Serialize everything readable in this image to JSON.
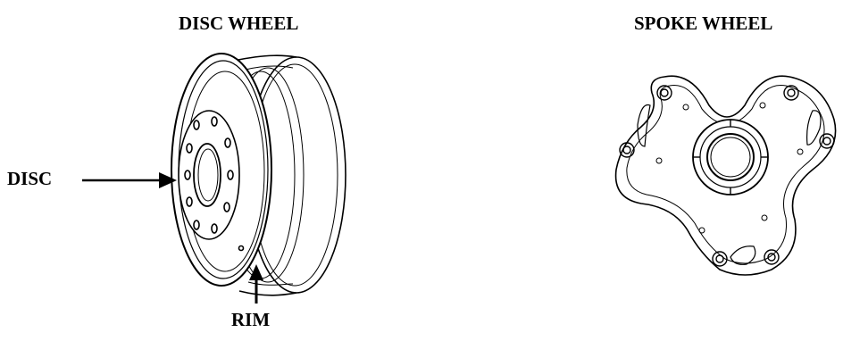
{
  "titles": {
    "disc_wheel": "DISC WHEEL",
    "spoke_wheel": "SPOKE WHEEL"
  },
  "callouts": {
    "disc": "DISC",
    "rim": "RIM"
  },
  "colors": {
    "ink": "#000000",
    "background": "#ffffff"
  }
}
